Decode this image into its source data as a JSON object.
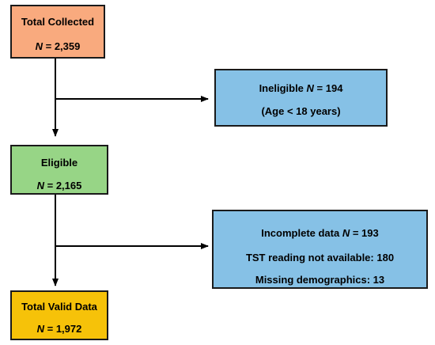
{
  "nodes": {
    "total": {
      "title": "Total Collected",
      "count_prefix": "N",
      "count_value": " = 2,359",
      "fill": "#f9aa7e"
    },
    "ineligible": {
      "title_prefix": "Ineligible ",
      "count_prefix": "N",
      "count_value": " = 194",
      "reason": "(Age < 18 years)",
      "fill": "#86c1e6"
    },
    "eligible": {
      "title": "Eligible",
      "count_prefix": "N",
      "count_value": " = 2,165",
      "fill": "#97d586"
    },
    "incomplete": {
      "title_prefix": "Incomplete data ",
      "count_prefix": "N",
      "count_value": " = 193",
      "detail1": "TST reading not available: 180",
      "detail2": "Missing demographics: 13",
      "fill": "#86c1e6"
    },
    "valid": {
      "title": "Total Valid Data",
      "count_prefix": "N",
      "count_value": " = 1,972",
      "fill": "#f6c209"
    }
  },
  "edges": [
    {
      "from": "total",
      "to": "ineligible"
    },
    {
      "from": "total",
      "to": "eligible"
    },
    {
      "from": "eligible",
      "to": "incomplete"
    },
    {
      "from": "eligible",
      "to": "valid"
    }
  ]
}
